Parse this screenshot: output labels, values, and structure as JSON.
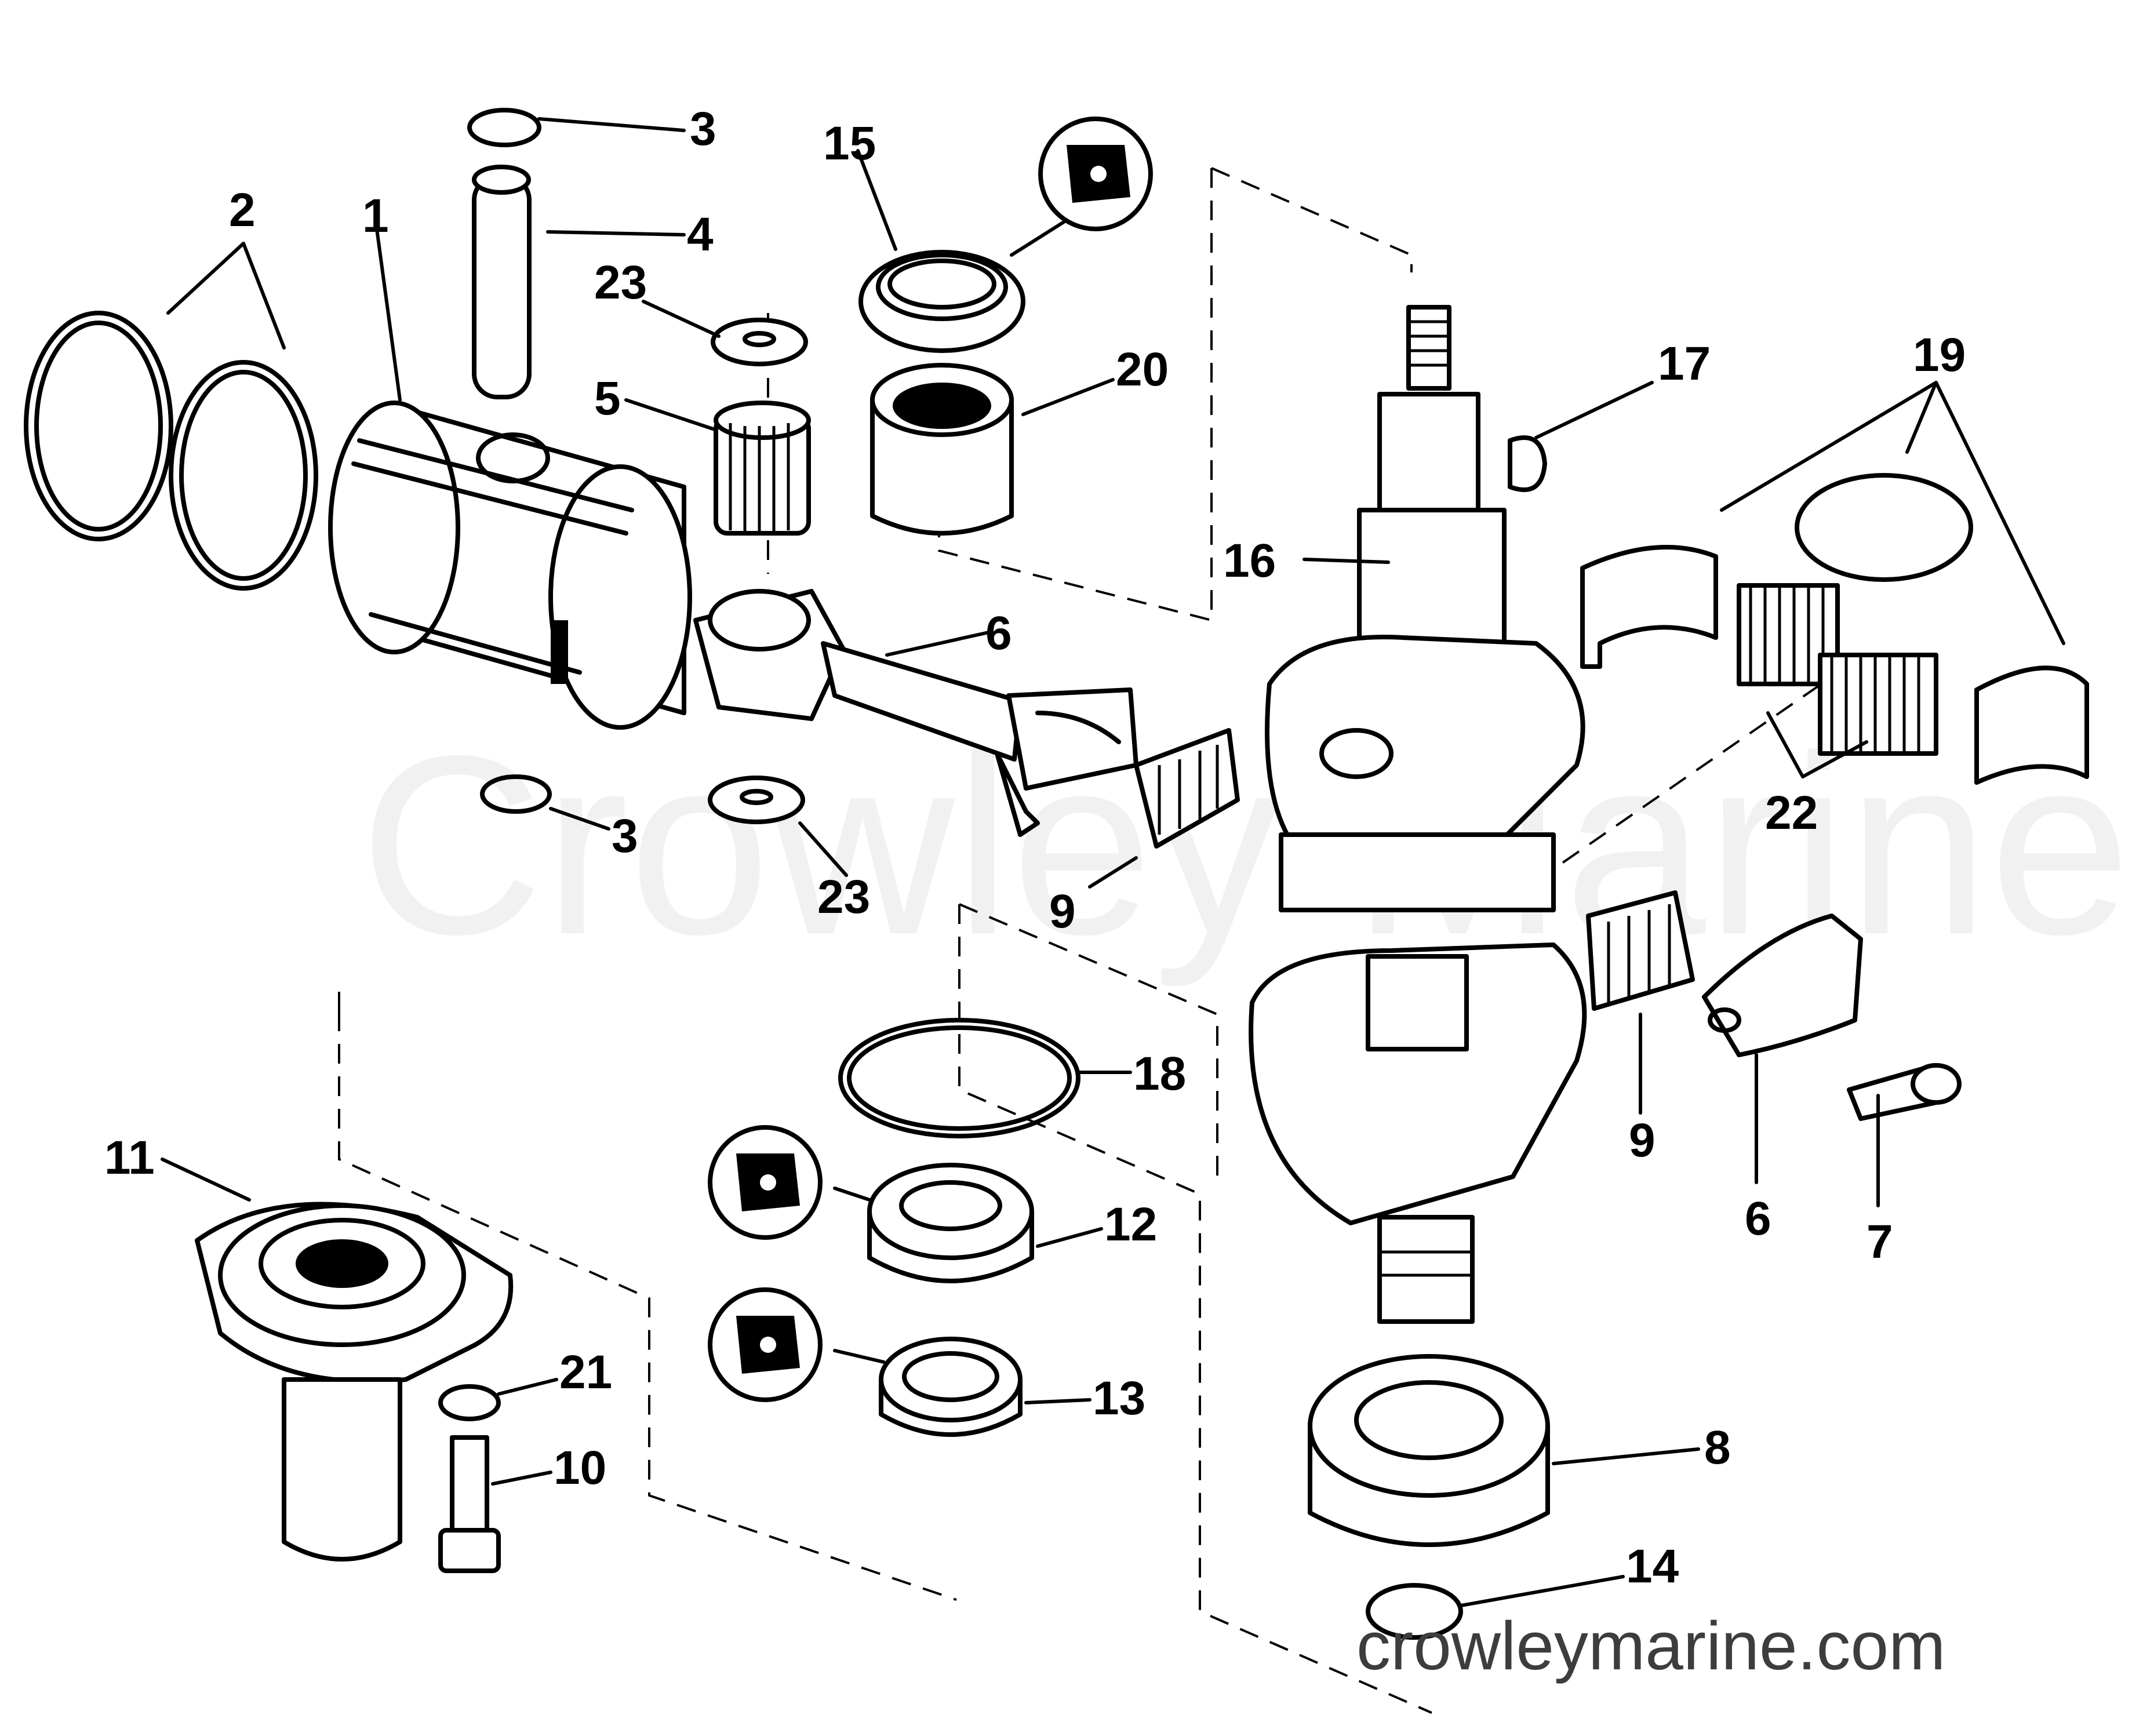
{
  "watermark": "Crowley Marine",
  "site_url": "crowleymarine.com",
  "callouts": {
    "c1": "1",
    "c2": "2",
    "c3a": "3",
    "c3b": "3",
    "c4": "4",
    "c5": "5",
    "c6a": "6",
    "c6b": "6",
    "c7": "7",
    "c8": "8",
    "c9a": "9",
    "c9b": "9",
    "c10": "10",
    "c11": "11",
    "c12": "12",
    "c13": "13",
    "c14": "14",
    "c15": "15",
    "c16": "16",
    "c17": "17",
    "c18": "18",
    "c19": "19",
    "c20": "20",
    "c21": "21",
    "c22": "22",
    "c23a": "23",
    "c23b": "23"
  },
  "icons": {
    "sealant_icon_top": "sealant-icon",
    "sealant_icon_mid": "sealant-icon",
    "sealant_icon_low": "sealant-icon"
  }
}
